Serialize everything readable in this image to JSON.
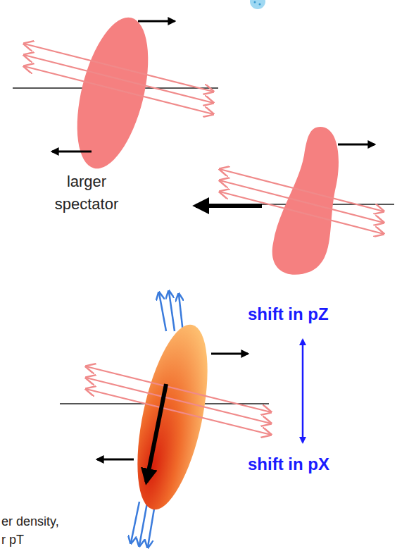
{
  "diagram": {
    "labels": [
      "larger spectator",
      "shift in pZ",
      "shift in pX",
      "er density,",
      "r pT"
    ]
  }
}
